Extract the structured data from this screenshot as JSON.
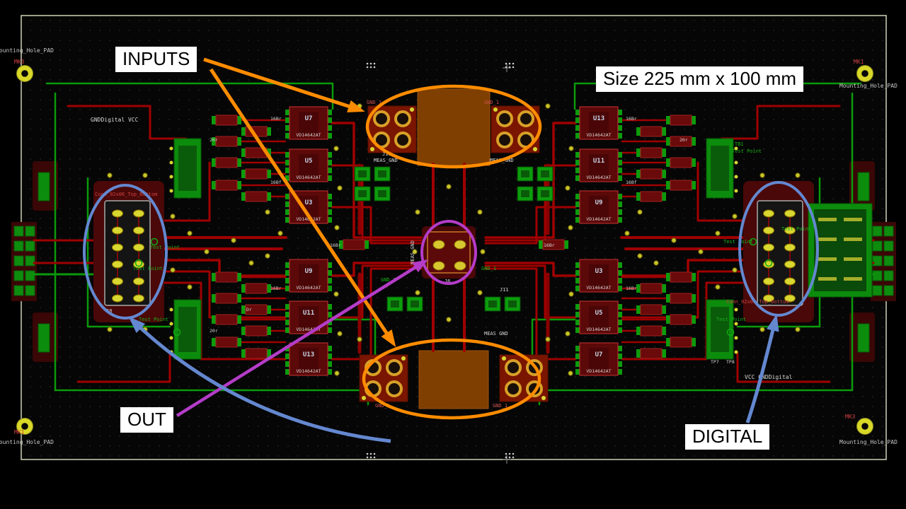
{
  "annotations": {
    "inputs": "INPUTS",
    "out": "OUT",
    "digital": "DIGITAL",
    "size": "Size 225 mm x 100 mm"
  },
  "colors": {
    "highlight_orange": "#ff8c00",
    "highlight_purple": "#b43cc8",
    "highlight_blue": "#6488d0",
    "trace_red": "#a00000",
    "copper_zone": "#4a0808",
    "silk_green": "#0c9c0c",
    "pad_yellow": "#d8d830",
    "board_bg": "#060606"
  },
  "board": {
    "mounting_hole_label": "Mounting_Hole_PAD",
    "mk1": "MK1",
    "mk3": "MK3"
  },
  "connectors": {
    "left_name": "Conn_02x06_Top_Bottom",
    "right_name": "Conn_02x06_Top_bottom",
    "test_point": "Test Point",
    "tb1": "TB1",
    "j10": "J10",
    "j6": "J6",
    "j11": "J11",
    "j8": "J8"
  },
  "ics": {
    "part": "VD14642AT",
    "left": [
      "U7",
      "U5",
      "U3",
      "U9",
      "U11",
      "U13"
    ],
    "right": [
      "U13",
      "U11",
      "U9",
      "U3",
      "U5",
      "U7"
    ]
  },
  "nets": {
    "meas_gnd": "MEAS_GND",
    "meas_gnd_spaced": "MEAS GND",
    "gnd1": "GND_1",
    "left_power": "GNDDigital VCC",
    "right_power": "VCC GNDDigital"
  },
  "passives": {
    "r1": "16Br",
    "r2": "20r",
    "r3": "16Bf",
    "r4": "Dr"
  },
  "testpoints": {
    "tp7": "TP7",
    "tp8": "TP8"
  }
}
